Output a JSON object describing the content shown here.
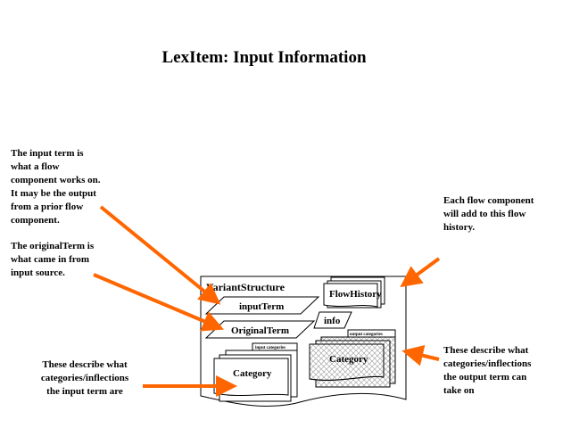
{
  "title": "LexItem: Input Information",
  "notes": {
    "input_term": [
      "The input term is",
      "what a flow",
      "component works on.",
      "It may be the output",
      "from a prior flow",
      "component."
    ],
    "original_term": [
      "The originalTerm is",
      "what came in from",
      "input source."
    ],
    "input_categories": [
      "These describe what",
      "categories/inflections",
      "the input term are"
    ],
    "flow_history": [
      "Each flow component",
      "will add to this flow",
      "history."
    ],
    "output_categories": [
      "These describe what",
      "categories/inflections",
      "the output term can",
      "take on"
    ]
  },
  "diagram": {
    "container": "VariantStructure",
    "input_term": "inputTerm",
    "original_term": "OriginalTerm",
    "flow_history": "FlowHistory",
    "info": "info",
    "input_categories_tab": "input categories",
    "output_categories_tab": "output categories",
    "input_category": "Category",
    "output_category": "Category"
  },
  "colors": {
    "arrow": "#ff6600"
  }
}
